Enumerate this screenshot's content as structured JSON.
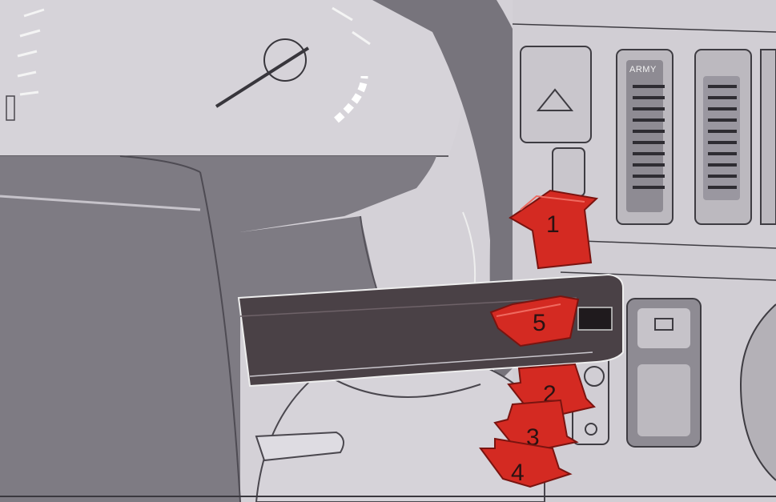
{
  "colors": {
    "background": "#d4d1d7",
    "dash_dark": "#7e7b83",
    "steering_wheel": "#77747c",
    "stalk": "#4a4146",
    "arrow_fill": "#d42a22",
    "arrow_stroke": "#7a1410",
    "arrow_number": "#2a1212"
  },
  "panel": {
    "switch_label": "ARMY"
  },
  "arrows": [
    {
      "number": "1",
      "direction": "up"
    },
    {
      "number": "5",
      "direction": "toward-driver"
    },
    {
      "number": "2",
      "direction": "down"
    },
    {
      "number": "3",
      "direction": "down"
    },
    {
      "number": "4",
      "direction": "down"
    }
  ]
}
